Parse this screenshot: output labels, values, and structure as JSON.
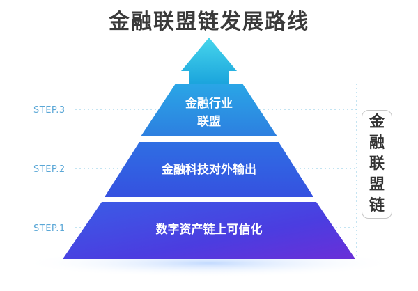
{
  "title": "金融联盟链发展路线",
  "side_label": [
    "金",
    "融",
    "联",
    "盟",
    "链"
  ],
  "tiers": [
    {
      "step": "STEP.3",
      "label_lines": [
        "金融行业",
        "联盟"
      ]
    },
    {
      "step": "STEP.2",
      "label_lines": [
        "金融科技对外输出"
      ]
    },
    {
      "step": "STEP.1",
      "label_lines": [
        "数字资产链上可信化"
      ]
    }
  ],
  "colors": {
    "arrow_top": "#2fc7e6",
    "tier3": "#2b8fe0",
    "tier2": "#2f5fe3",
    "tier1": "#4a3fe0",
    "step_text": "#5aa7d6",
    "dotted_line": "#9fd3ea"
  }
}
